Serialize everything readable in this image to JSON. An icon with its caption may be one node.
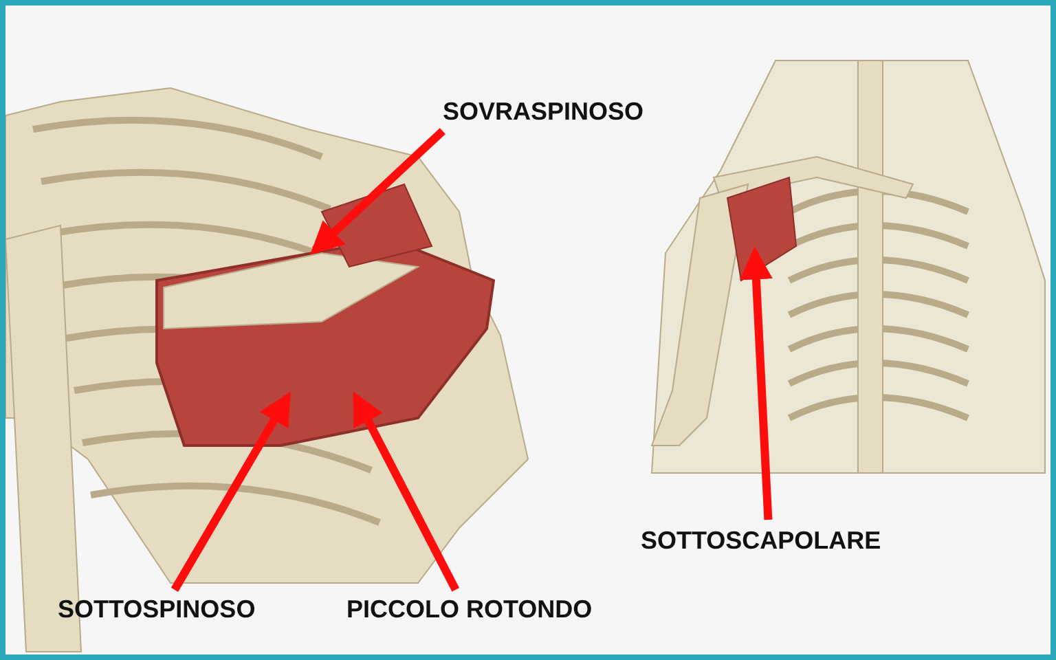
{
  "diagram": {
    "nodes": [
      {
        "text": [
          "SOVRASPINOSO"
        ]
      },
      {
        "text": [
          "SOTTOSPINOSO"
        ]
      },
      {
        "text": [
          "PICCOLO ROTONDO"
        ]
      },
      {
        "text": [
          "SOTTOSCAPOLARE"
        ]
      }
    ],
    "edges": [
      {
        "from": 0,
        "to": null,
        "arrow": "to"
      },
      {
        "from": 1,
        "to": null,
        "arrow": "to"
      },
      {
        "from": 2,
        "to": null,
        "arrow": "to"
      },
      {
        "from": 3,
        "to": null,
        "arrow": "to"
      }
    ]
  }
}
